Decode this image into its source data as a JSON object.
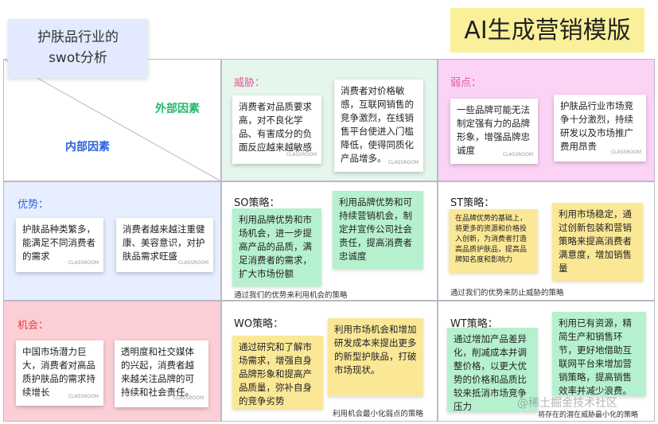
{
  "page": {
    "title": "AI生成营销模版",
    "subject": "护肤品行业的\nswot分析",
    "axis_external": "外部因素",
    "axis_internal": "内部因素",
    "watermark": "@稀土掘金技术社区",
    "note_signature": "CLASSROOM"
  },
  "colors": {
    "threats_bg": "#e5f6ec",
    "weaknesses_bg": "#fbd3f4",
    "strengths_bg": "#e6eeff",
    "opportunities_bg": "#fccfd7",
    "strengths_label": "#2a64e0",
    "threats_label": "#e0559a",
    "opportunities_label": "#e04040",
    "external_label": "#28b86b",
    "internal_label": "#2a64e0"
  },
  "threats": {
    "label": "威胁：",
    "notes": [
      "消费者对品质要求高，对不良化学品、有害成分的负面反应越来越敏感",
      "消费者对价格敏感，互联网销售的竞争激烈，在线销售平台使进入门槛降低，使得同质化产品增多。"
    ]
  },
  "weaknesses": {
    "label": "弱点：",
    "notes": [
      "一些品牌可能无法制定强有力的品牌形象，增强品牌忠诚度",
      "护肤品行业市场竞争十分激烈，持续研发以及市场推广费用昂贵"
    ]
  },
  "strengths": {
    "label": "优势：",
    "notes": [
      "护肤品种类繁多，能满足不同消费者的需求",
      "消费者越来越注重健康、美容意识，对护肤品需求旺盛"
    ]
  },
  "opportunities": {
    "label": "机会：",
    "notes": [
      "中国市场潜力巨大，消费者对高品质护肤品的需求持续增长",
      "透明度和社交媒体的兴起，消费者越来越关注品牌的可持续和社会责任。"
    ]
  },
  "so": {
    "label": "SO策略：",
    "notes": [
      "利用品牌优势和市场机会，进一步提高产品的品质，满足消费者的需求，扩大市场份额",
      "利用品牌优势和可持续营销机会，制定并宣传公司社会责任，提高消费者忠诚度"
    ],
    "footer": "通过我们的优势来利用机会的策略"
  },
  "st": {
    "label": "ST策略：",
    "notes": [
      "在品牌优势的基础上，将更多的资源和价格投入创新，为消费者打造高品质护肤品，提高品牌知名度和影响力",
      "利用市场稳定，通过创新包装和营销策略来提高消费者满意度，增加销售量"
    ],
    "footer": "通过我们的优势来防止威胁的策略"
  },
  "wo": {
    "label": "WO策略：",
    "notes": [
      "通过研究和了解市场需求，增强自身品牌形象和提高产品质量，弥补自身的竞争劣势",
      "利用市场机会和增加研发成本来提出更多的新型护肤品，打破市场现状。"
    ],
    "footer": "利用机会最小化弱点的策略"
  },
  "wt": {
    "label": "WT策略：",
    "notes": [
      "通过增加产品差异化，削减成本并调整价格，以更大优势的价格和品质比较来抵消市场竞争压力",
      "利用已有资源，精简生产和销售环节，更好地借助互联网平台来增加营销策略，提高销售效率并减少浪费。"
    ],
    "footer": "将存在的潜在威胁最小化的策略"
  }
}
